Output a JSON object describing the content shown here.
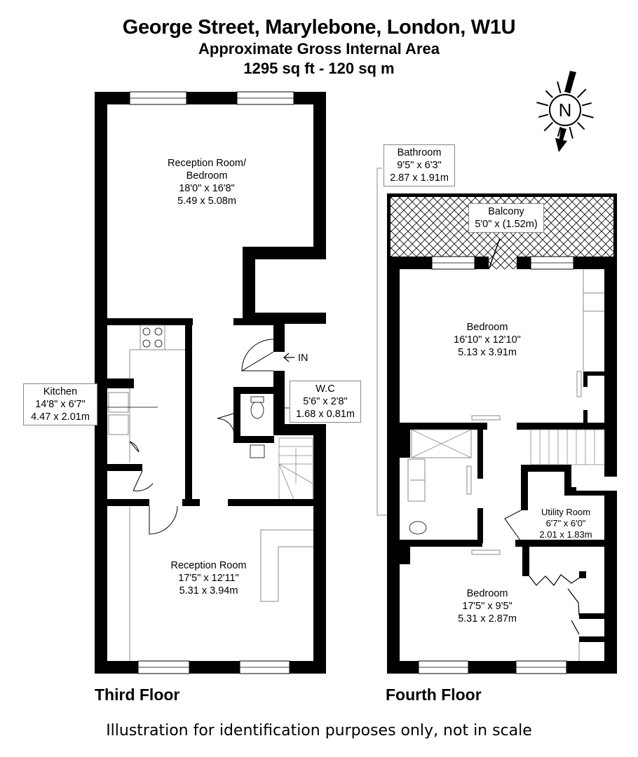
{
  "header": {
    "title": "George Street, Marylebone, London, W1U",
    "subtitle": "Approximate Gross Internal Area",
    "area": "1295 sq ft - 120 sq m"
  },
  "compass": {
    "label": "N"
  },
  "floors": [
    {
      "name": "Third Floor",
      "rooms": [
        {
          "name": "Reception Room/",
          "name2": "Bedroom",
          "imperial": "18'0\" x 16'8\"",
          "metric": "5.49 x 5.08m"
        },
        {
          "name": "Kitchen",
          "imperial": "14'8\" x 6'7\"",
          "metric": "4.47 x 2.01m"
        },
        {
          "name": "W.C",
          "imperial": "5'6\" x 2'8\"",
          "metric": "1.68 x 0.81m"
        },
        {
          "name": "Reception Room",
          "imperial": "17'5\" x 12'11\"",
          "metric": "5.31 x 3.94m"
        }
      ],
      "entrance_label": "IN"
    },
    {
      "name": "Fourth Floor",
      "rooms": [
        {
          "name": "Bathroom",
          "imperial": "9'5\" x 6'3\"",
          "metric": "2.87 x 1.91m"
        },
        {
          "name": "Balcony",
          "imperial": "5'0\" x (1.52m)"
        },
        {
          "name": "Bedroom",
          "imperial": "16'10\" x 12'10\"",
          "metric": "5.13 x 3.91m"
        },
        {
          "name": "Utility Room",
          "imperial": "6'7\" x 6'0\"",
          "metric": "2.01 x 1.83m"
        },
        {
          "name": "Bedroom",
          "imperial": "17'5\" x 9'5\"",
          "metric": "5.31 x 2.87m"
        }
      ]
    }
  ],
  "footer": {
    "disclaimer": "Illustration for identification purposes only, not in scale"
  }
}
